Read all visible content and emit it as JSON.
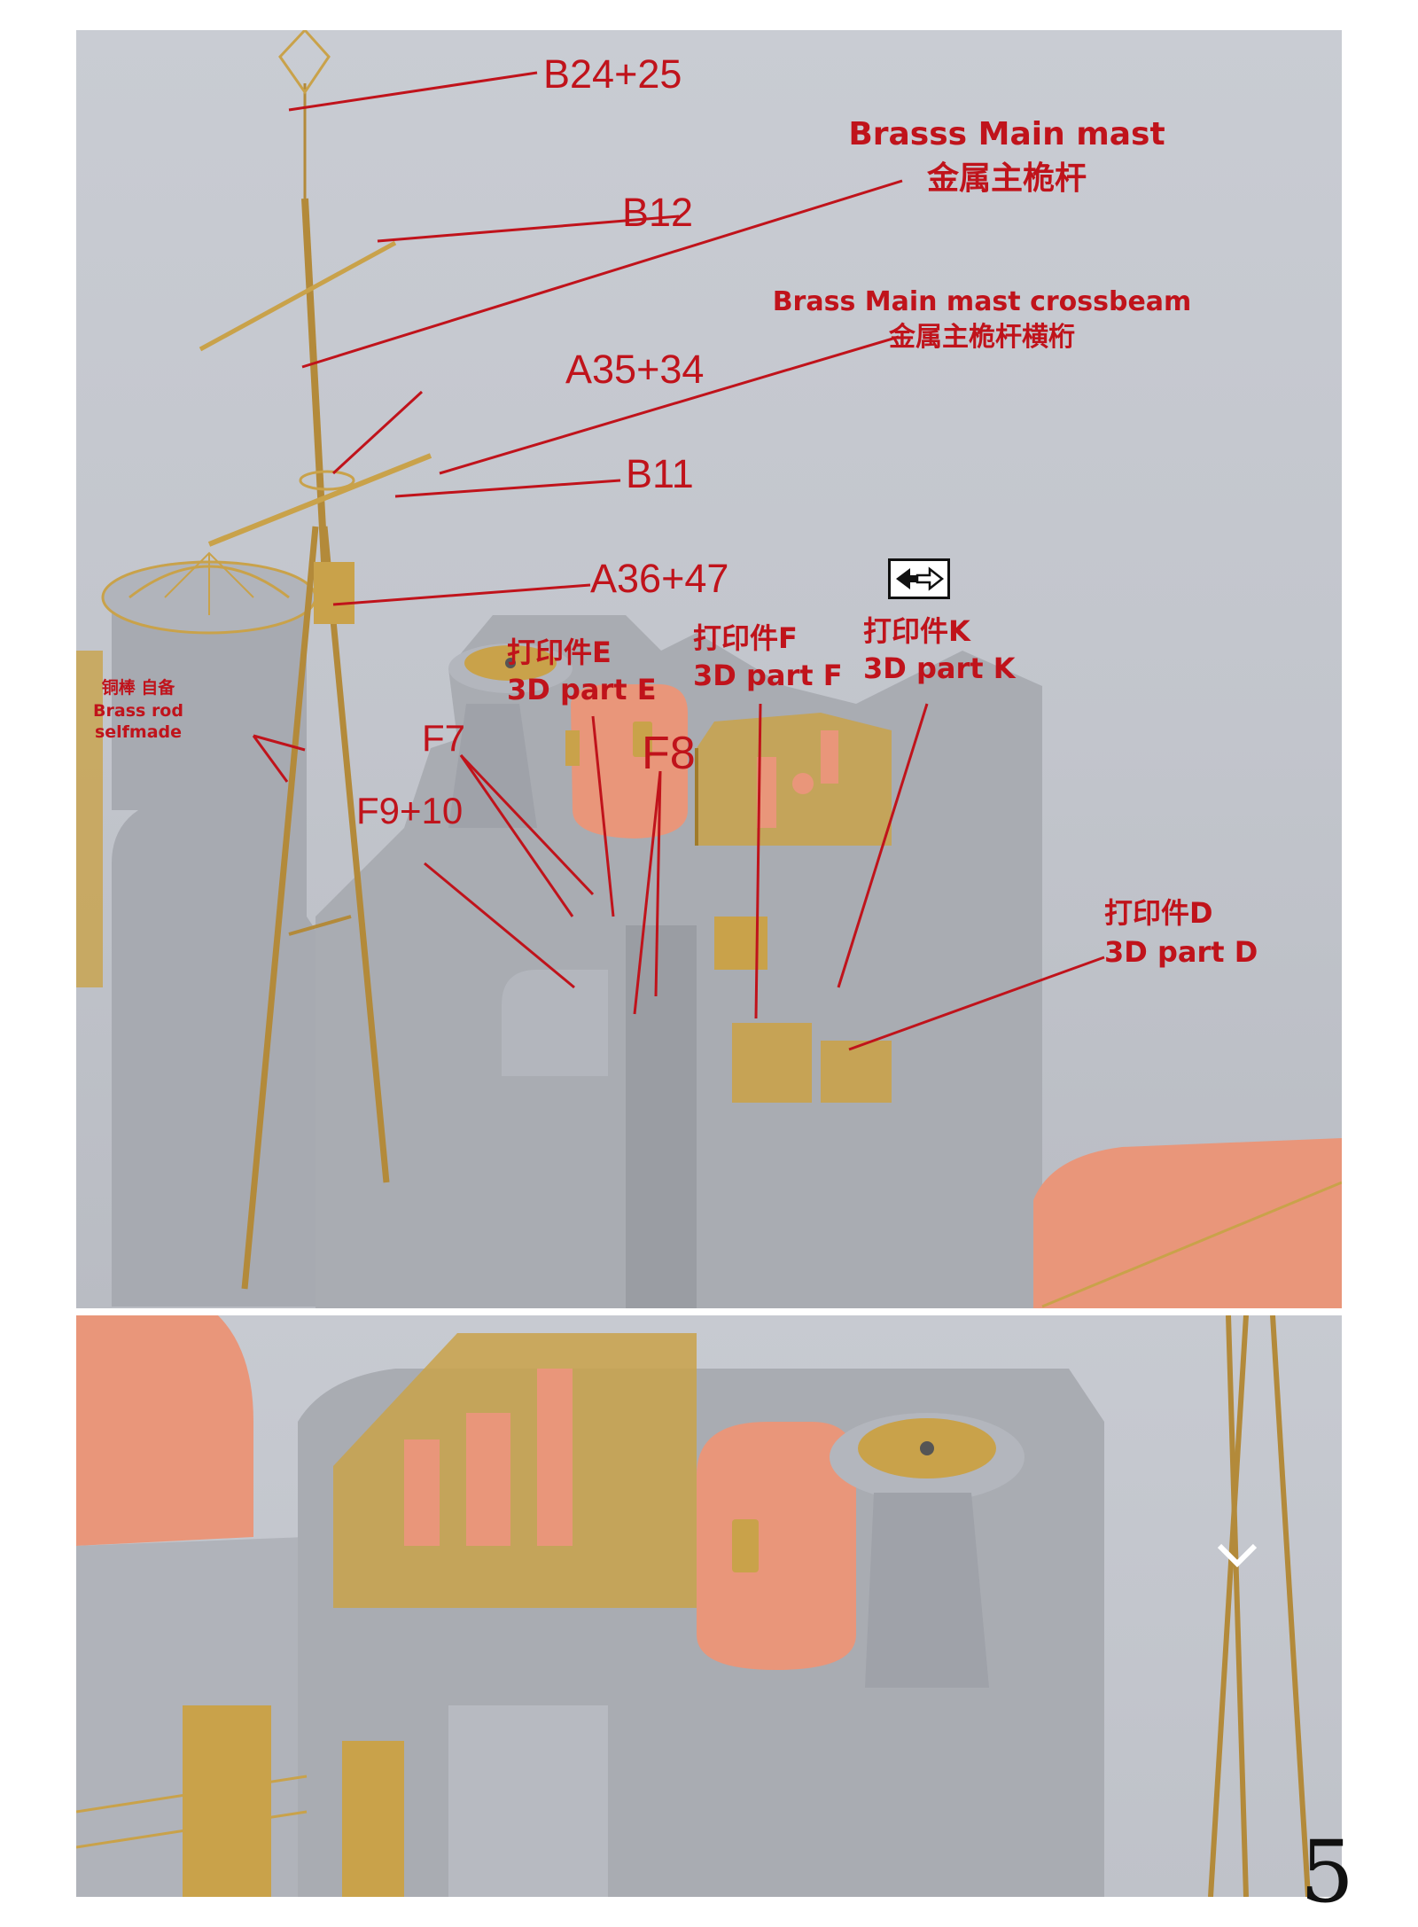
{
  "labels": {
    "b24_25": "B24+25",
    "brass_main_mast_en": "Brasss Main mast",
    "brass_main_mast_cn": "金属主桅杆",
    "b12": "B12",
    "crossbeam_en": "Brass Main mast crossbeam",
    "crossbeam_cn": "金属主桅杆横桁",
    "a35_34": "A35+34",
    "b11": "B11",
    "a36_47": "A36+47",
    "part_e_cn": "打印件E",
    "part_e_en": "3D part E",
    "part_f_cn": "打印件F",
    "part_f_en": "3D part F",
    "part_k_cn": "打印件K",
    "part_k_en": "3D part K",
    "f7": "F7",
    "f8": "F8",
    "f9_10": "F9+10",
    "brass_rod_cn": "铜棒 自备",
    "brass_rod_en": "Brass rod selfmade",
    "part_d_cn": "打印件D",
    "part_d_en": "3D part D"
  },
  "page_number": "5",
  "colors": {
    "annotation": "#c0131b",
    "resin_gray": "#a9acb2",
    "brass": "#c9a24a",
    "printed_part": "#e9967a"
  },
  "icons": {
    "flip": "double-arrow-flip-icon"
  }
}
